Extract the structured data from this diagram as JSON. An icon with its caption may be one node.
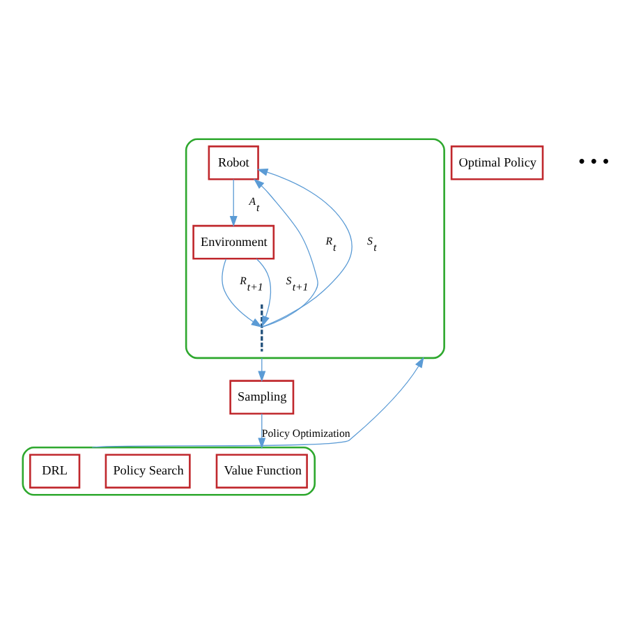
{
  "diagram": {
    "nodes": [
      {
        "text": [],
        "shape": "box"
      },
      {
        "text": [
          "Robot"
        ],
        "in": 0
      },
      {
        "text": [
          "Environment"
        ],
        "in": 0
      },
      {
        "text": [],
        "shape": "bar",
        "in": 0
      },
      {
        "text": [
          "Sampling"
        ]
      },
      {
        "text": [
          "Optimal Policy"
        ]
      },
      {
        "text": [],
        "shape": "box"
      },
      {
        "text": [
          "Value Function"
        ],
        "in": 6
      },
      {
        "text": [
          "Policy Search"
        ],
        "in": 6
      },
      {
        "text": [
          "DRL"
        ],
        "in": 6
      }
    ],
    "edges": [
      {
        "from": 1,
        "to": 2,
        "arrow": "to",
        "label": "A$_{t}$"
      },
      {
        "from": 2,
        "to": 3,
        "arrow": "to",
        "label": "R$_{t+1}$"
      },
      {
        "from": 2,
        "to": 3,
        "arrow": "to",
        "label": "S$_{t+1}$"
      },
      {
        "from": 3,
        "to": 1,
        "arrow": "to",
        "label": "R$_{t}$"
      },
      {
        "from": 3,
        "to": 1,
        "arrow": "to",
        "label": "S$_{t}$"
      },
      {
        "from": 0,
        "to": 4,
        "arrow": "to"
      },
      {
        "from": 4,
        "to": 6,
        "arrow": "to",
        "label": "Policy Optimization"
      },
      {
        "from": 6,
        "to": 0,
        "arrow": "to"
      }
    ],
    "labels": [
      "• • •"
    ]
  }
}
